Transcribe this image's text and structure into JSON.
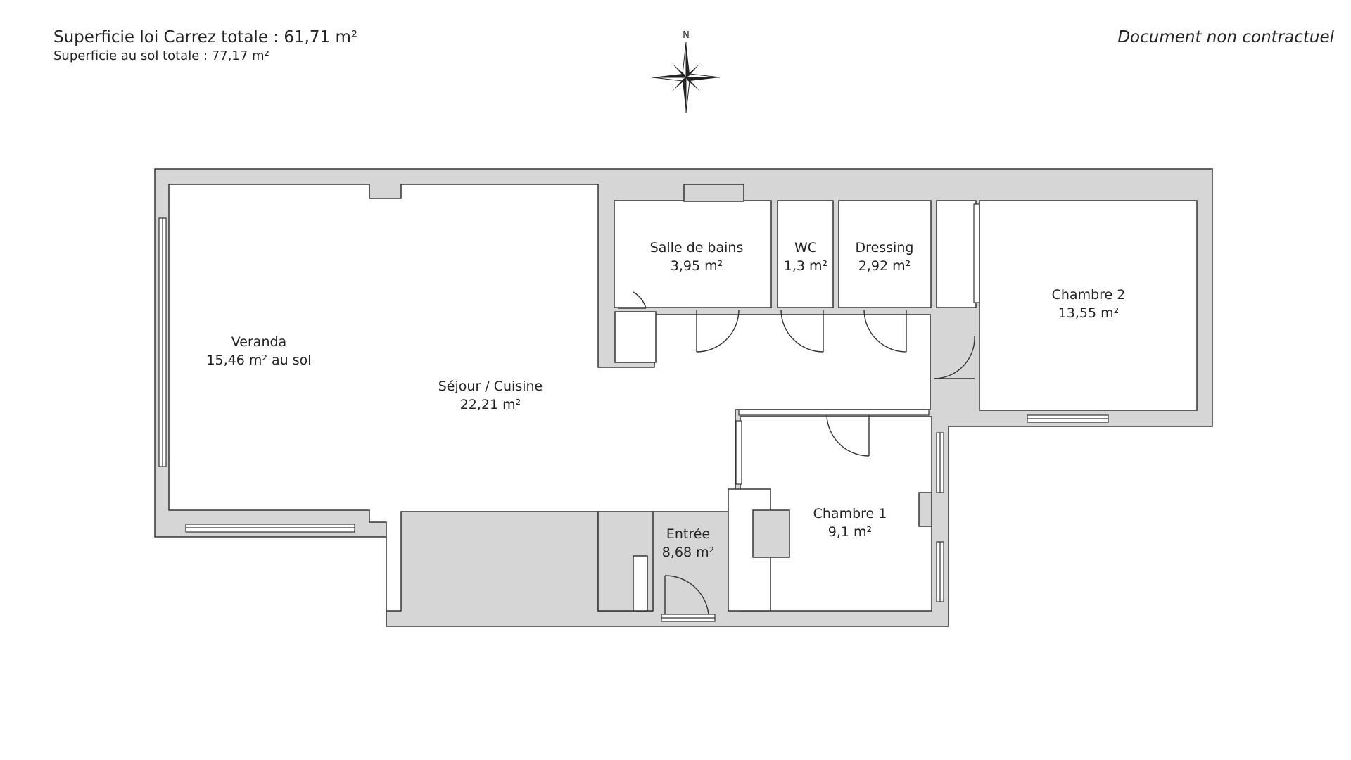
{
  "header": {
    "title": "Superficie loi Carrez totale : 61,71 m²",
    "subtitle": "Superficie au sol totale : 77,17 m²",
    "disclaimer": "Document non contractuel"
  },
  "compass": {
    "north_label": "N",
    "icon": "compass-rose-icon"
  },
  "colors": {
    "wall": "#d6d6d6",
    "outline": "#333333",
    "text": "#222222"
  },
  "rooms": {
    "veranda": {
      "name": "Veranda",
      "area": "15,46 m² au sol"
    },
    "sejour": {
      "name": "Séjour / Cuisine",
      "area": "22,21 m²"
    },
    "sdb": {
      "name": "Salle de bains",
      "area": "3,95 m²"
    },
    "wc": {
      "name": "WC",
      "area": "1,3 m²"
    },
    "dressing": {
      "name": "Dressing",
      "area": "2,92 m²"
    },
    "chambre2": {
      "name": "Chambre 2",
      "area": "13,55 m²"
    },
    "chambre1": {
      "name": "Chambre 1",
      "area": "9,1 m²"
    },
    "entree": {
      "name": "Entrée",
      "area": "8,68 m²"
    }
  }
}
